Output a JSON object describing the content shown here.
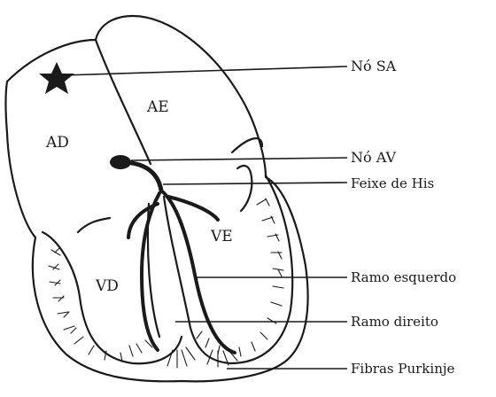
{
  "diagram": {
    "chambers": {
      "ad": "AD",
      "ae": "AE",
      "vd": "VD",
      "ve": "VE"
    },
    "callouts": {
      "no_sa": "Nó SA",
      "no_av": "Nó AV",
      "feixe_his": "Feixe de His",
      "ramo_esquerdo": "Ramo esquerdo",
      "ramo_direito": "Ramo direito",
      "fibras_purkinje": "Fibras Purkinje"
    },
    "colors": {
      "ink": "#1a1a1a",
      "background": "#ffffff"
    }
  }
}
